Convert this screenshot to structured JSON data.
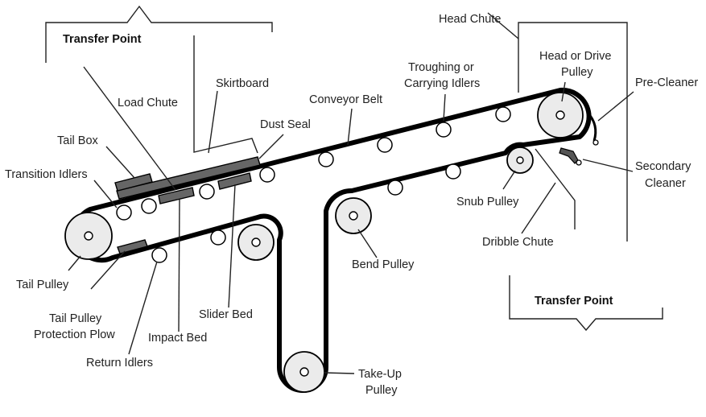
{
  "diagram": {
    "labels": {
      "transfer_point_left": "Transfer Point",
      "load_chute": "Load Chute",
      "skirtboard": "Skirtboard",
      "dust_seal": "Dust Seal",
      "tail_box": "Tail Box",
      "transition_idlers": "Transition Idlers",
      "tail_pulley": "Tail Pulley",
      "tail_pulley_protection_plow_l1": "Tail Pulley",
      "tail_pulley_protection_plow_l2": "Protection Plow",
      "impact_bed": "Impact Bed",
      "return_idlers": "Return Idlers",
      "slider_bed": "Slider Bed",
      "conveyor_belt": "Conveyor Belt",
      "troughing_l1": "Troughing or",
      "troughing_l2": "Carrying Idlers",
      "head_chute": "Head Chute",
      "head_pulley_l1": "Head or Drive",
      "head_pulley_l2": "Pulley",
      "pre_cleaner": "Pre-Cleaner",
      "secondary_l1": "Secondary",
      "secondary_l2": "Cleaner",
      "snub_pulley": "Snub Pulley",
      "dribble_chute": "Dribble Chute",
      "transfer_point_right": "Transfer Point",
      "bend_pulley": "Bend Pulley",
      "take_up_l1": "Take-Up",
      "take_up_l2": "Pulley"
    }
  }
}
